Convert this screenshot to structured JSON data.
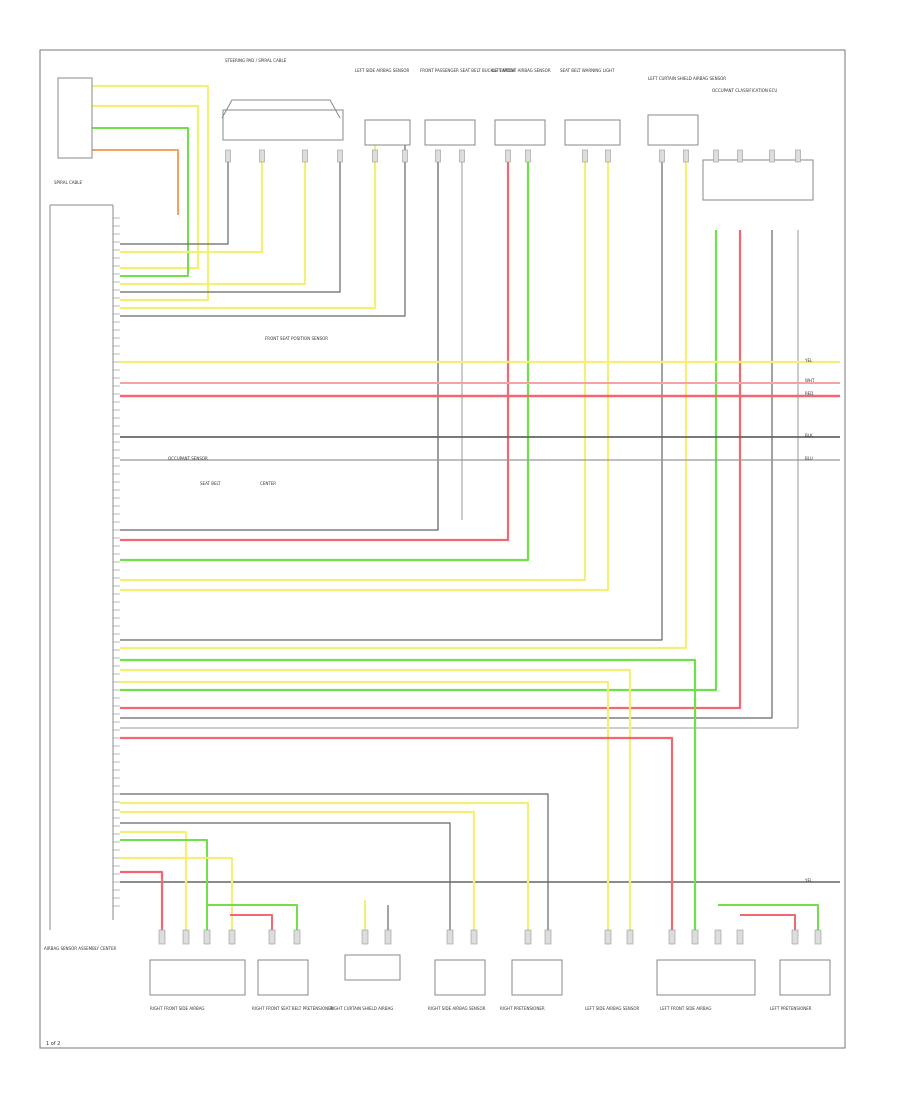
{
  "colors": {
    "yellow": "#f3ef78",
    "green": "#6fe04c",
    "red": "#f2686e",
    "black": "#666666",
    "gray": "#999999",
    "pink": "#f4a3a6",
    "orange": "#f5a35c",
    "frame": "#777777"
  },
  "page_number": "1 of 2",
  "unit_label": "AIRBAG SENSOR ASSEMBLY CENTER",
  "horn_label": "SPIRAL CABLE",
  "top_components": [
    "STEERING PAD / SPIRAL CABLE",
    "LEFT SIDE AIRBAG SENSOR",
    "FRONT PASSENGER SEAT BELT BUCKLE SWITCH",
    "LEFT FRONT AIRBAG SENSOR",
    "SEAT BELT WARNING LIGHT",
    "LEFT CURTAIN SHIELD AIRBAG SENSOR",
    "OCCUPANT CLASSIFICATION ECU"
  ],
  "bottom_components": [
    "RIGHT FRONT SIDE AIRBAG",
    "RIGHT FRONT SEAT BELT PRETENSIONER",
    "RIGHT CURTAIN SHIELD AIRBAG",
    "RIGHT SIDE AIRBAG SENSOR",
    "RIGHT PRETENSIONER",
    "LEFT SIDE AIRBAG SENSOR",
    "LEFT FRONT SIDE AIRBAG",
    "LEFT PRETENSIONER"
  ],
  "mid_labels": {
    "front_seat": "FRONT SEAT POSITION SENSOR",
    "occupant": "OCCUPANT SENSOR",
    "seatbelt": "SEAT BELT",
    "center": "CENTER"
  },
  "continuation_marks": [
    "YEL",
    "WHT",
    "RED",
    "BLK",
    "BLU",
    "YEL"
  ]
}
